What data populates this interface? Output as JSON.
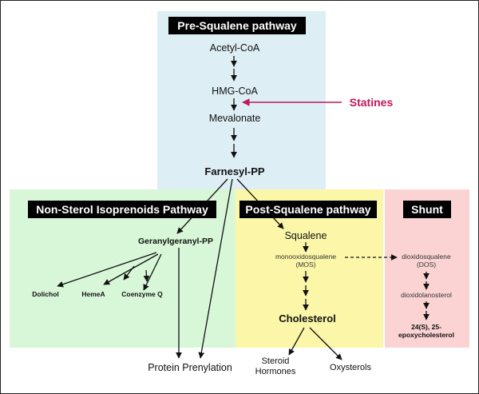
{
  "pre_squalene": {
    "title": "Pre-Squalene pathway",
    "nodes": [
      "Acetyl-CoA",
      "HMG-CoA",
      "Mevalonate"
    ],
    "product": "Farnesyl-PP"
  },
  "inhibitor": {
    "label": "Statines",
    "color": "#c2185b"
  },
  "non_sterol": {
    "title": "Non-Sterol Isoprenoids Pathway",
    "geranyl": "Geranylgeranyl-PP",
    "dolichol": "Dolichol",
    "hemea": "HemeA",
    "coenzyme_q": "Coenzyme Q",
    "protein_prenylation": "Protein Prenylation"
  },
  "post_squalene": {
    "title": "Post-Squalene pathway",
    "squalene": "Squalene",
    "mos_line1": "monooxidosqualene",
    "mos_line2": "(MOS)",
    "cholesterol": "Cholesterol",
    "steroid_line1": "Steroid",
    "steroid_line2": "Hormones",
    "oxysterols": "Oxysterols"
  },
  "shunt": {
    "title": "Shunt",
    "dos_line1": "dioxidosqualene",
    "dos_line2": "(DOS)",
    "dioxidolanosterol": "dioxidolanosterol",
    "product_line1": "24(S), 25-",
    "product_line2": "epoxycholesterol"
  },
  "colors": {
    "pre_bg": "#ddeef4",
    "non_sterol_bg": "#d8f7d8",
    "post_bg": "#fcf6a8",
    "shunt_bg": "#fbd3d3"
  }
}
